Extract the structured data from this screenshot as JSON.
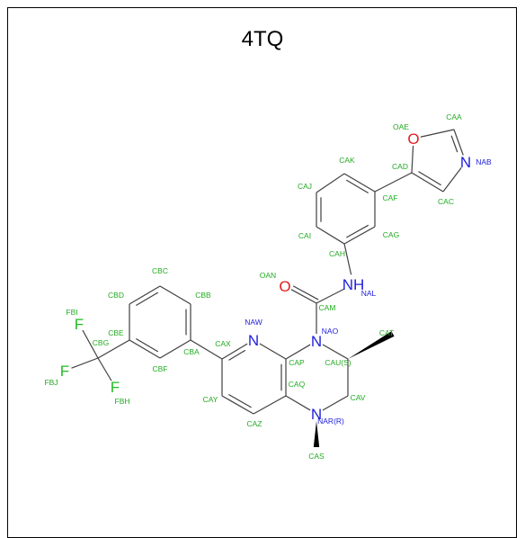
{
  "title": "4TQ",
  "colors": {
    "bond": "#404040",
    "carbon_label": "#22aa22",
    "nitrogen": "#1e1edc",
    "oxygen": "#e01e1e",
    "fluorine": "#22bb22"
  },
  "atoms": [
    {
      "id": "CAA",
      "el": "C"
    },
    {
      "id": "OAE",
      "el": "O",
      "symbol": "O"
    },
    {
      "id": "NAB",
      "el": "N",
      "symbol": "N"
    },
    {
      "id": "CAD",
      "el": "C"
    },
    {
      "id": "CAC",
      "el": "C"
    },
    {
      "id": "CAF",
      "el": "C"
    },
    {
      "id": "CAK",
      "el": "C"
    },
    {
      "id": "CAJ",
      "el": "C"
    },
    {
      "id": "CAI",
      "el": "C"
    },
    {
      "id": "CAH",
      "el": "C"
    },
    {
      "id": "CAG",
      "el": "C"
    },
    {
      "id": "NAL",
      "el": "N",
      "symbol": "NH"
    },
    {
      "id": "OAN",
      "el": "O",
      "symbol": "O"
    },
    {
      "id": "CAM",
      "el": "C"
    },
    {
      "id": "NAO",
      "el": "N",
      "symbol": "N"
    },
    {
      "id": "CAU(S)",
      "el": "C"
    },
    {
      "id": "CAT",
      "el": "C"
    },
    {
      "id": "CAV",
      "el": "C"
    },
    {
      "id": "NAR(R)",
      "el": "N",
      "symbol": "N"
    },
    {
      "id": "CAS",
      "el": "C"
    },
    {
      "id": "CAP",
      "el": "C"
    },
    {
      "id": "CAQ",
      "el": "C"
    },
    {
      "id": "NAW",
      "el": "N",
      "symbol": "N"
    },
    {
      "id": "CAX",
      "el": "C"
    },
    {
      "id": "CAY",
      "el": "C"
    },
    {
      "id": "CAZ",
      "el": "C"
    },
    {
      "id": "CBA",
      "el": "C"
    },
    {
      "id": "CBB",
      "el": "C"
    },
    {
      "id": "CBC",
      "el": "C"
    },
    {
      "id": "CBD",
      "el": "C"
    },
    {
      "id": "CBE",
      "el": "C"
    },
    {
      "id": "CBF",
      "el": "C"
    },
    {
      "id": "CBG",
      "el": "C"
    },
    {
      "id": "FBI",
      "el": "F",
      "symbol": "F"
    },
    {
      "id": "FBJ",
      "el": "F",
      "symbol": "F"
    },
    {
      "id": "FBH",
      "el": "F",
      "symbol": "F"
    }
  ],
  "bonds": [
    {
      "a": "OAE",
      "b": "CAA",
      "order": 1
    },
    {
      "a": "CAA",
      "b": "NAB",
      "order": 2
    },
    {
      "a": "NAB",
      "b": "CAC",
      "order": 1
    },
    {
      "a": "CAC",
      "b": "CAD",
      "order": 2
    },
    {
      "a": "CAD",
      "b": "OAE",
      "order": 1
    },
    {
      "a": "CAD",
      "b": "CAF",
      "order": 1
    },
    {
      "a": "CAF",
      "b": "CAK",
      "order": 2
    },
    {
      "a": "CAK",
      "b": "CAJ",
      "order": 1
    },
    {
      "a": "CAJ",
      "b": "CAI",
      "order": 2
    },
    {
      "a": "CAI",
      "b": "CAH",
      "order": 1
    },
    {
      "a": "CAH",
      "b": "CAG",
      "order": 2
    },
    {
      "a": "CAG",
      "b": "CAF",
      "order": 1
    },
    {
      "a": "CAH",
      "b": "NAL",
      "order": 1
    },
    {
      "a": "NAL",
      "b": "CAM",
      "order": 1
    },
    {
      "a": "CAM",
      "b": "OAN",
      "order": 2
    },
    {
      "a": "CAM",
      "b": "NAO",
      "order": 1
    },
    {
      "a": "NAO",
      "b": "CAU(S)",
      "order": 1
    },
    {
      "a": "CAU(S)",
      "b": "CAT",
      "order": 1,
      "style": "wedge"
    },
    {
      "a": "CAU(S)",
      "b": "CAV",
      "order": 1
    },
    {
      "a": "CAV",
      "b": "NAR(R)",
      "order": 1
    },
    {
      "a": "NAR(R)",
      "b": "CAS",
      "order": 1,
      "style": "wedge"
    },
    {
      "a": "NAR(R)",
      "b": "CAQ",
      "order": 1
    },
    {
      "a": "CAQ",
      "b": "CAP",
      "order": 2
    },
    {
      "a": "CAP",
      "b": "NAO",
      "order": 1
    },
    {
      "a": "CAP",
      "b": "NAW",
      "order": 1
    },
    {
      "a": "NAW",
      "b": "CAX",
      "order": 2
    },
    {
      "a": "CAX",
      "b": "CAY",
      "order": 1
    },
    {
      "a": "CAY",
      "b": "CAZ",
      "order": 2
    },
    {
      "a": "CAZ",
      "b": "CAQ",
      "order": 1
    },
    {
      "a": "CAX",
      "b": "CBA",
      "order": 1
    },
    {
      "a": "CBA",
      "b": "CBB",
      "order": 2
    },
    {
      "a": "CBB",
      "b": "CBC",
      "order": 1
    },
    {
      "a": "CBC",
      "b": "CBD",
      "order": 2
    },
    {
      "a": "CBD",
      "b": "CBE",
      "order": 1
    },
    {
      "a": "CBE",
      "b": "CBF",
      "order": 2
    },
    {
      "a": "CBF",
      "b": "CBA",
      "order": 1
    },
    {
      "a": "CBE",
      "b": "CBG",
      "order": 1
    },
    {
      "a": "CBG",
      "b": "FBI",
      "order": 1
    },
    {
      "a": "CBG",
      "b": "FBJ",
      "order": 1
    },
    {
      "a": "CBG",
      "b": "FBH",
      "order": 1
    }
  ]
}
